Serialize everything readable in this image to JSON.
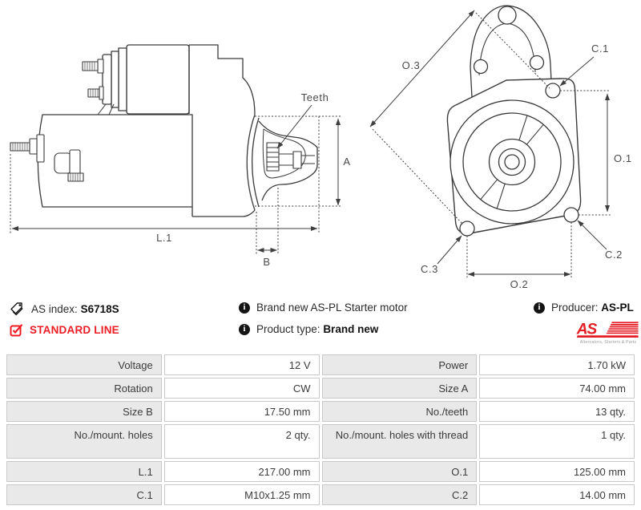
{
  "info": {
    "as_index_label": "AS index:",
    "as_index_value": "S6718S",
    "standard_line": "STANDARD LINE",
    "description": "Brand new AS-PL Starter motor",
    "product_type_label": "Product type:",
    "product_type_value": "Brand new",
    "producer_label": "Producer:",
    "producer_value": "AS-PL"
  },
  "icons": {
    "info_glyph": "i"
  },
  "logo": {
    "text": "AS",
    "tagline": "Alternators, Starters & Parts",
    "color": "#e31e24"
  },
  "colors": {
    "accent_red": "#ed1c24",
    "table_label_bg": "#e9e9e9",
    "table_border": "#c9c9c9",
    "drawing_line": "#3a3a3a"
  },
  "drawings": {
    "side": {
      "teeth": "Teeth",
      "l1": "L.1",
      "b": "B",
      "a": "A"
    },
    "front": {
      "o1": "O.1",
      "o2": "O.2",
      "o3": "O.3",
      "c1": "C.1",
      "c2": "C.2",
      "c3": "C.3"
    }
  },
  "spec_table": {
    "rows": [
      [
        "Voltage",
        "12 V",
        "Power",
        "1.70 kW"
      ],
      [
        "Rotation",
        "CW",
        "Size A",
        "74.00 mm"
      ],
      [
        "Size B",
        "17.50 mm",
        "No./teeth",
        "13 qty."
      ],
      [
        "No./mount. holes",
        "2 qty.",
        "No./mount. holes with thread",
        "1 qty."
      ],
      [
        "L.1",
        "217.00 mm",
        "O.1",
        "125.00 mm"
      ],
      [
        "C.1",
        "M10x1.25 mm",
        "C.2",
        "14.00 mm"
      ]
    ]
  }
}
